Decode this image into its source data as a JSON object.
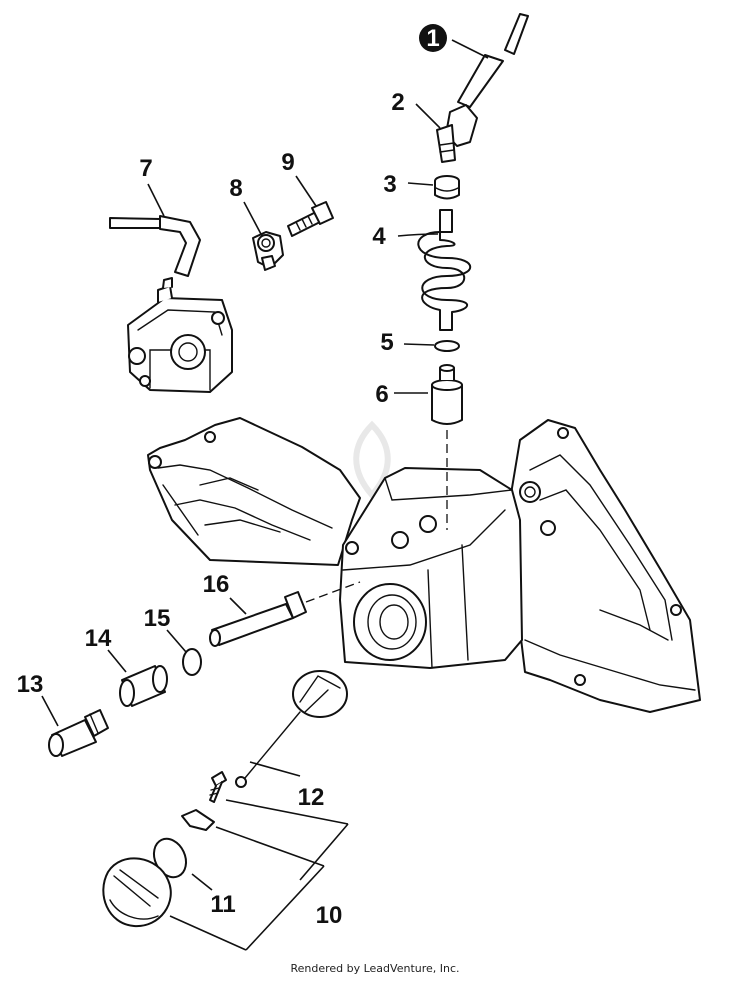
{
  "callouts": {
    "c1": "1",
    "c2": "2",
    "c3": "3",
    "c4": "4",
    "c5": "5",
    "c6": "6",
    "c7": "7",
    "c8": "8",
    "c9": "9",
    "c10": "10",
    "c11": "11",
    "c12": "12",
    "c13": "13",
    "c14": "14",
    "c15": "15",
    "c16": "16"
  },
  "watermark": {
    "text": "LEADVENTURE"
  },
  "footer": {
    "text": "Rendered by LeadVenture, Inc."
  },
  "colors": {
    "line": "#111111",
    "background": "#ffffff",
    "watermark": "#e6e6e6",
    "callout_badge": "#111111"
  }
}
